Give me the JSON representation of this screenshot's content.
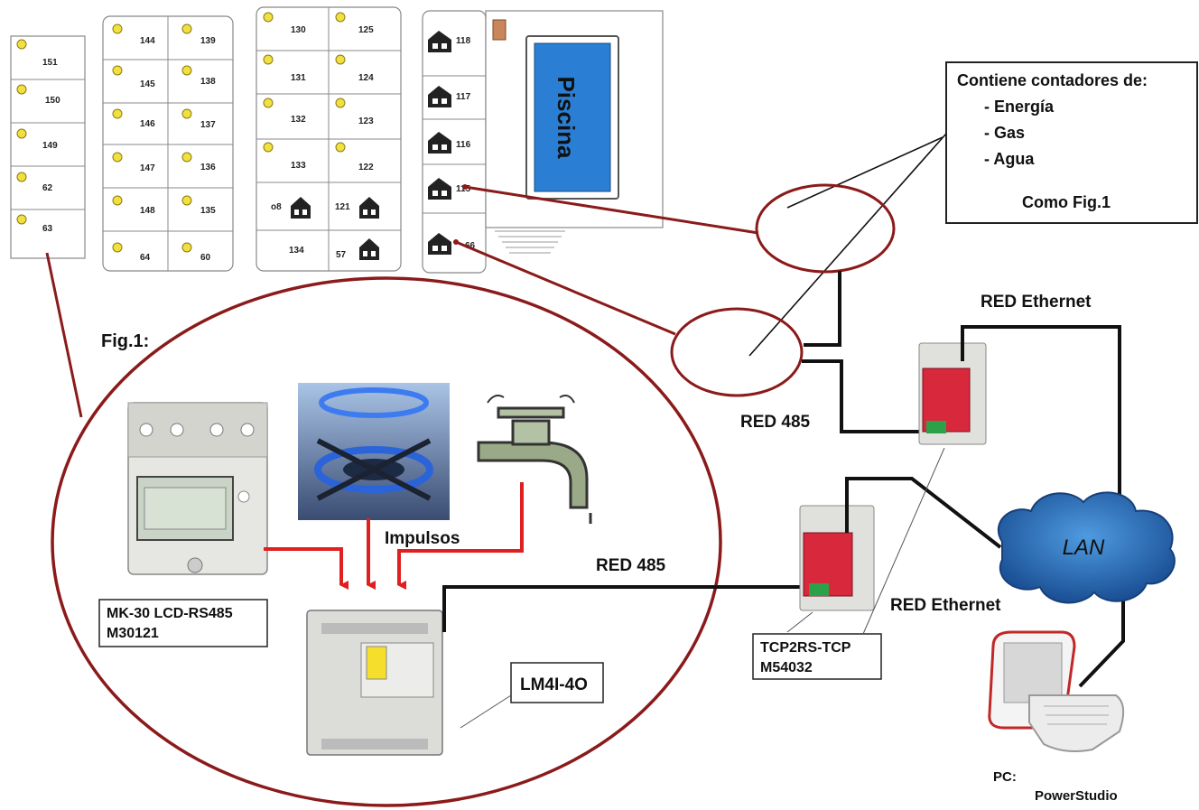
{
  "blocks": [
    {
      "units": [
        "151",
        "150",
        "149",
        "62",
        "63"
      ]
    },
    {
      "units": [
        "144",
        "139",
        "145",
        "138",
        "146",
        "137",
        "147",
        "136",
        "148",
        "135",
        "64",
        "60"
      ]
    },
    {
      "units": [
        "130",
        "125",
        "131",
        "124",
        "132",
        "123",
        "133",
        "122",
        "o8",
        "121",
        "134",
        "57"
      ]
    },
    {
      "units": [
        "118",
        "117",
        "116",
        "115",
        "66"
      ]
    }
  ],
  "pool_label": "Piscina",
  "meters_box": {
    "title": "Contiene contadores de:",
    "items": [
      "- Energía",
      "- Gas",
      "- Agua"
    ],
    "footer": "Como Fig.1"
  },
  "fig_label": "Fig.1:",
  "impulsos_label": "Impulsos",
  "red485_inner": "RED 485",
  "red485_outer": "RED 485",
  "red_ethernet_top": "RED Ethernet",
  "red_ethernet_bottom": "RED Ethernet",
  "lan_label": "LAN",
  "mk30_label": [
    "MK-30 LCD-RS485",
    "M30121"
  ],
  "lm4i_label": "LM4I-4O",
  "tcp2rs_label": [
    "TCP2RS-TCP",
    "M54032"
  ],
  "pc_label": [
    "PC:",
    "PowerStudio"
  ],
  "colors": {
    "dark_red": "#8b1a1a",
    "signal_red": "#e02020",
    "lan_blue": "#1f5fa8",
    "pool_blue": "#2a7fd4",
    "lamp_yellow": "#f0e040"
  }
}
